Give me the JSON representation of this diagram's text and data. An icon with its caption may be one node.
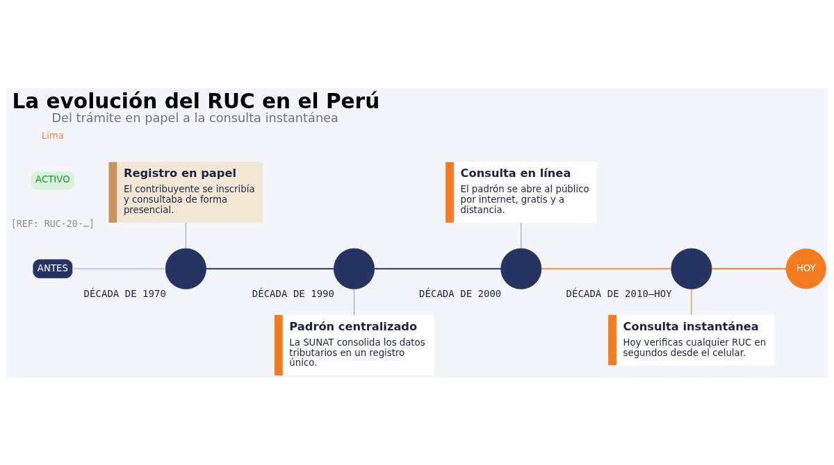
{
  "diagram": {
    "title": "La evolución del RUC en el Perú",
    "caption": "Del trámite en papel a la consulta instantánea",
    "nodes": [
      {
        "text": [
          "ANTES"
        ]
      },
      {
        "text": [
          "Registro en papel",
          "El contribuyente se inscribía y consultaba de forma presencial."
        ]
      },
      {
        "text": [],
        "shape": "circle",
        "beside": [
          "DÉCADA DE 1970"
        ]
      },
      {
        "text": [],
        "shape": "circle",
        "beside": [
          "DÉCADA DE 1990"
        ]
      },
      {
        "text": [
          "Padrón centralizado",
          "La SUNAT consolida los datos tributarios en un registro único."
        ]
      },
      {
        "text": [
          "Consulta en línea",
          "El padrón se abre al público por internet, gratis y a distancia."
        ]
      },
      {
        "text": [],
        "shape": "circle",
        "beside": [
          "DÉCADA DE 2000"
        ]
      },
      {
        "text": [],
        "shape": "circle",
        "beside": [
          "DÉCADA DE 2010–HOY"
        ]
      },
      {
        "text": [
          "Consulta instantánea",
          "Hoy verificas cualquier RUC en segundos desde el celular."
        ]
      },
      {
        "text": [
          "HOY"
        ]
      }
    ],
    "edges": [
      {
        "from": 0,
        "to": 2,
        "arrow": "none",
        "color": "#c3c9dc"
      },
      {
        "from": 2,
        "to": 3,
        "arrow": "none",
        "color": "#263463"
      },
      {
        "from": 3,
        "to": 6,
        "arrow": "none",
        "color": "#263463"
      },
      {
        "from": 6,
        "to": 7,
        "arrow": "none",
        "color": "#e9914a"
      },
      {
        "from": 7,
        "to": 9,
        "arrow": "none",
        "color": "#f47b20"
      },
      {
        "from": 1,
        "to": 2,
        "arrow": "none",
        "color": "#9aa3b8"
      },
      {
        "from": 3,
        "to": 4,
        "arrow": "none",
        "color": "#9aa3b8"
      },
      {
        "from": 5,
        "to": 6,
        "arrow": "none",
        "color": "#9aa3b8"
      },
      {
        "from": 7,
        "to": 8,
        "arrow": "none",
        "color": "#f47b20"
      }
    ],
    "labels": [
      "[REF: RUC-20-…]",
      "ACTIVO",
      "Lima"
    ]
  }
}
